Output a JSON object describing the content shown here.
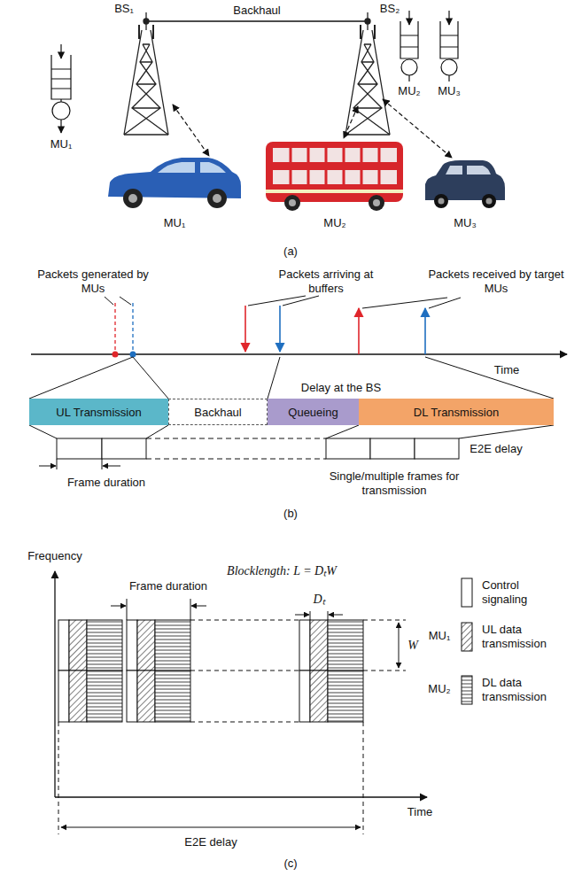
{
  "diagram": {
    "nodes": [
      {
        "text": [
          "UL Transmission"
        ]
      },
      {
        "text": [
          "Backhaul"
        ]
      },
      {
        "text": [
          "Queueing"
        ]
      },
      {
        "text": [
          "DL Transmission"
        ]
      }
    ],
    "labels": [
      "BS₁",
      "Backhaul",
      "BS₂",
      "MU₁",
      "MU₂",
      "MU₃",
      "MU₁",
      "MU₂",
      "MU₃",
      "(a)",
      "Packets generated by MUs",
      "Packets arriving at buffers",
      "Packets received by target MUs",
      "Time",
      "Delay at the BS",
      "E2E delay",
      "Frame duration",
      "Single/multiple frames for transmission",
      "(b)",
      "Frequency",
      "Frame duration",
      "Blocklength: L = DₜW",
      "Dₜ",
      "W",
      "MU₁",
      "MU₂",
      "E2E delay",
      "Time",
      "(c)"
    ],
    "legend": [
      {
        "text": "Control signaling"
      },
      {
        "text": "UL data transmission"
      },
      {
        "text": "DL data transmission"
      }
    ]
  }
}
